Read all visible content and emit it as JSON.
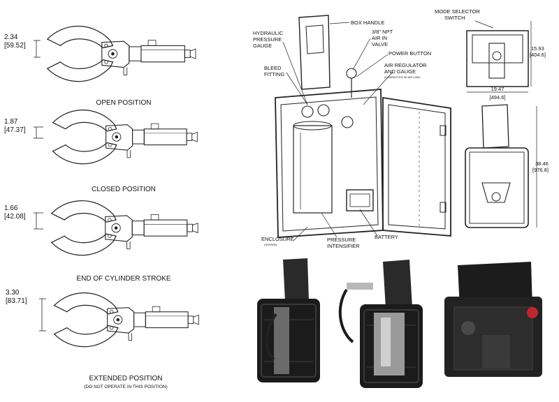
{
  "clamp_positions": [
    {
      "dim": "2.34",
      "dim_mm": "[59.52]",
      "caption": "OPEN POSITION",
      "note": ""
    },
    {
      "dim": "1.87",
      "dim_mm": "[47.37]",
      "caption": "CLOSED POSITION",
      "note": ""
    },
    {
      "dim": "1.66",
      "dim_mm": "[42.08]",
      "caption": "END OF CYLINDER STROKE",
      "note": ""
    },
    {
      "dim": "3.30",
      "dim_mm": "[83.71]",
      "caption": "EXTENDED POSITION",
      "note": "(DO NOT OPERATE IN THIS POSITION)"
    }
  ],
  "callouts": {
    "box_handle": "BOX HANDLE",
    "hydraulic_pressure_gauge": [
      "HYDRAULIC",
      "PRESSURE",
      "GAUGE"
    ],
    "air_valve": [
      "3/8\" NPT",
      "AIR IN",
      "VALVE"
    ],
    "power_button": "POWER BUTTON",
    "air_regulator": [
      "AIR REGULATOR",
      "AND GAUGE"
    ],
    "air_regulator_sub": "(CONNECTED W/ AIR LINE)",
    "bleed_fitting": [
      "BLEED",
      "FITTING"
    ],
    "mode_selector": [
      "MODE SELECTOR",
      "SWITCH"
    ],
    "enclosure": "ENCLOSURE",
    "enclosure_sub": "(SHOWN)",
    "pressure_intensifier": [
      "PRESSURE",
      "INTENSIFIER"
    ],
    "battery": "BATTERY"
  },
  "dimensions": {
    "top_height": "15.93",
    "top_height_mm": "[404.6]",
    "top_width": "19.47",
    "top_width_mm": "[494.6]",
    "front_height": "38.46",
    "front_height_mm": "[976.8]"
  }
}
